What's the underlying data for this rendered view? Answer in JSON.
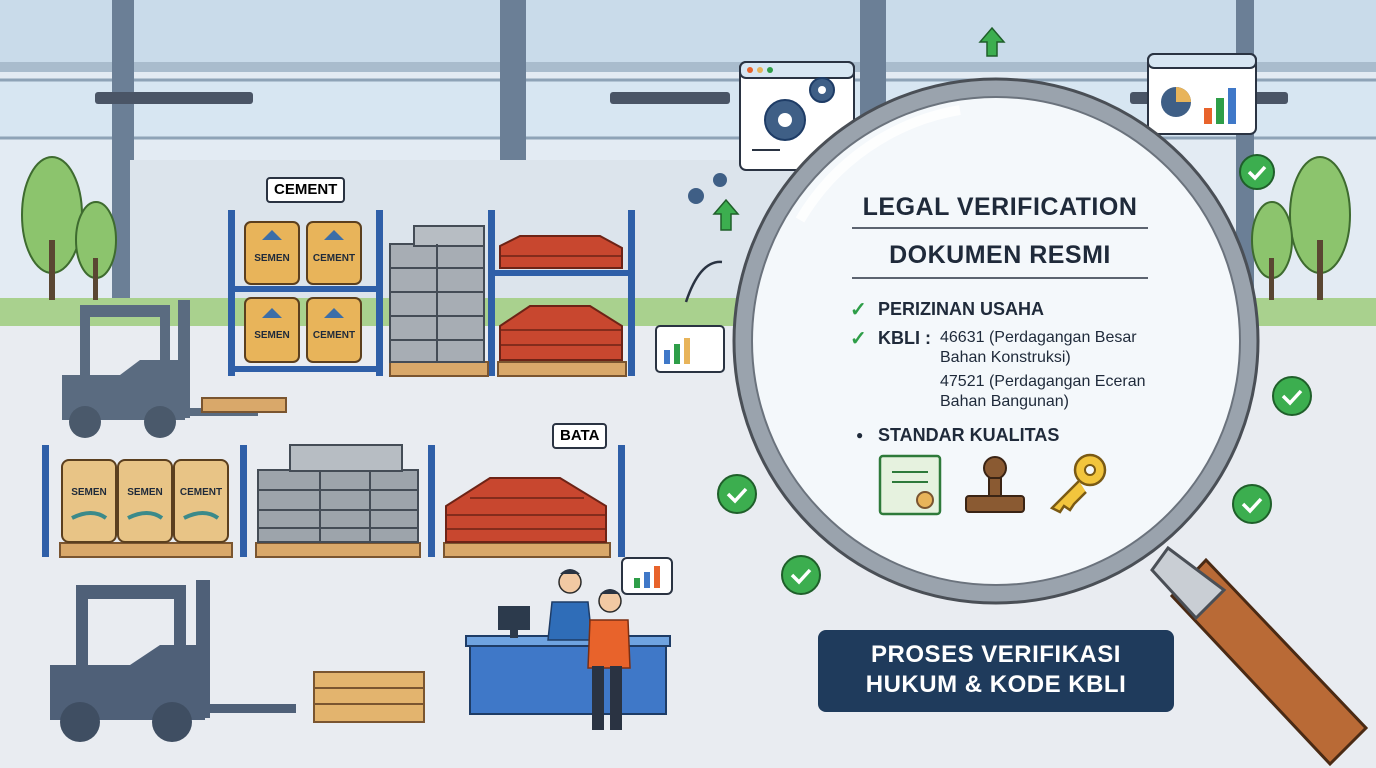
{
  "labels": {
    "cement_tag": "CEMENT",
    "bata_tag": "BATA"
  },
  "bags": {
    "semen": "SEMEN",
    "cement": "CEMENT"
  },
  "lens": {
    "title": "LEGAL VERIFICATION",
    "subtitle": "DOKUMEN RESMI",
    "items": [
      {
        "label": "PERIZINAN USAHA"
      },
      {
        "label": "KBLI :"
      }
    ],
    "kbli_codes": [
      {
        "line1": "46631 (Perdagangan Besar",
        "line2": "Bahan Konstruksi)"
      },
      {
        "line1": "47521 (Perdagangan Eceran",
        "line2": "Bahan Bangunan)"
      }
    ],
    "quality": "STANDAR KUALITAS",
    "check_glyph": "✓",
    "bullet_glyph": "●"
  },
  "banner": {
    "line1": "PROSES VERIFIKASI",
    "line2": "HUKUM & KODE KBLI"
  },
  "icons": [
    "gear-icon",
    "chart-icon",
    "check-icon",
    "certificate-icon",
    "stamp-icon",
    "key-icon",
    "arrow-up-icon",
    "forklift-icon",
    "magnifying-glass-icon"
  ],
  "colors": {
    "accent_green": "#2e9e48",
    "rack_blue": "#2f5fa8",
    "brick": "#c8472f",
    "banner": "#1f3b5c",
    "handle": "#b96a36"
  }
}
